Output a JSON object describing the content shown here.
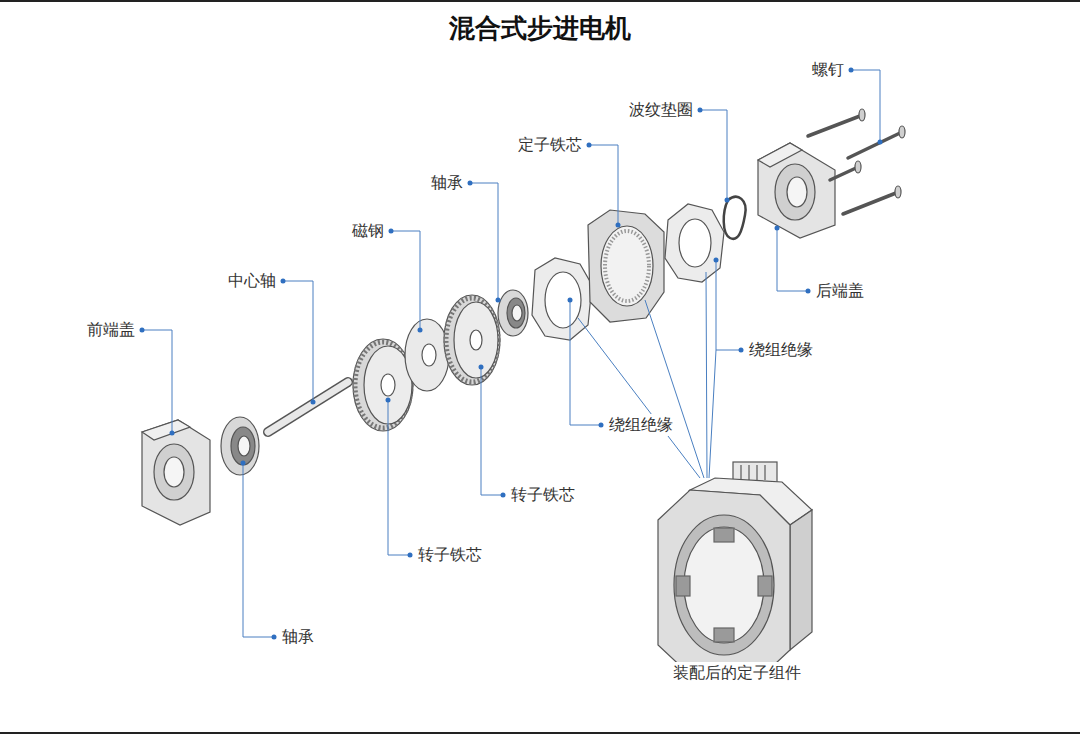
{
  "diagram": {
    "title": "混合式步进电机",
    "labels": [
      "螺钉",
      "波纹垫圈",
      "定子铁芯",
      "轴承",
      "磁钢",
      "中心轴",
      "后端盖",
      "前端盖",
      "绕组绝缘",
      "绕组绝缘",
      "转子铁芯",
      "转子铁芯",
      "轴承",
      "装配后的定子组件"
    ]
  }
}
